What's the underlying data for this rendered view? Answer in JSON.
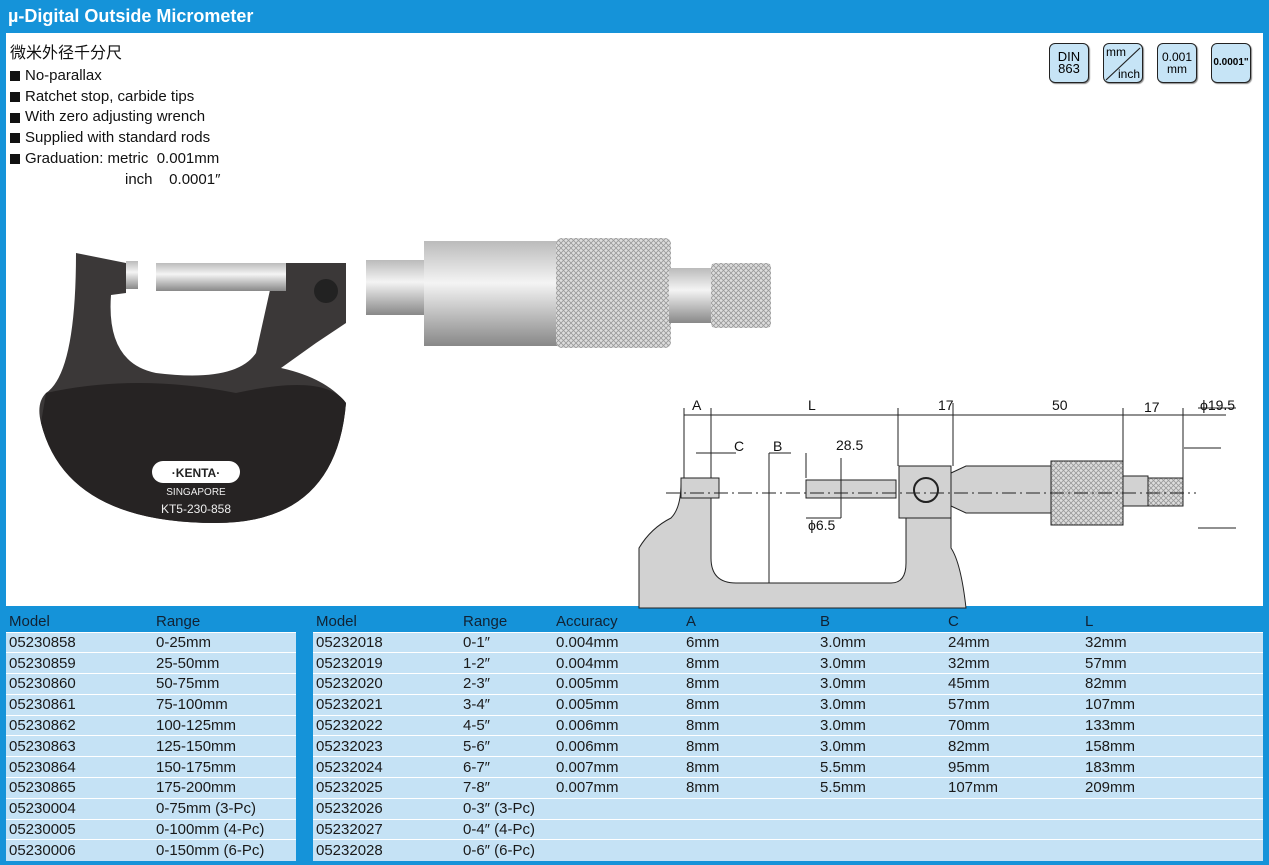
{
  "title": "µ-Digital Outside Micrometer",
  "subtitle_cn": "微米外径千分尺",
  "features": [
    "No-parallax",
    "Ratchet stop, carbide tips",
    "With zero adjusting wrench",
    "Supplied with standard rods",
    "Graduation: metric  0.001mm"
  ],
  "graduation_inch": "inch    0.0001″",
  "badges": {
    "din_top": "DIN",
    "din_bottom": "863",
    "mm": "mm",
    "inch": "inch",
    "res_metric_top": "0.001",
    "res_metric_bottom": "mm",
    "res_inch": "0.0001\""
  },
  "photo": {
    "brand": "·KENTA·",
    "origin": "SINGAPORE",
    "code": "KT5-230-858"
  },
  "diagram": {
    "a": "A",
    "l": "L",
    "d17a": "17",
    "d50": "50",
    "d17b": "17",
    "phi195": "ϕ19.5",
    "c": "C",
    "b": "B",
    "d285": "28.5",
    "phi65": "ϕ6.5"
  },
  "colors": {
    "accent": "#1593d9",
    "row": "#c5e2f5"
  },
  "table_left": {
    "headers": [
      "Model",
      "Range"
    ],
    "rows": [
      [
        "05230858",
        "0-25mm"
      ],
      [
        "05230859",
        "25-50mm"
      ],
      [
        "05230860",
        "50-75mm"
      ],
      [
        "05230861",
        "75-100mm"
      ],
      [
        "05230862",
        "100-125mm"
      ],
      [
        "05230863",
        "125-150mm"
      ],
      [
        "05230864",
        "150-175mm"
      ],
      [
        "05230865",
        "175-200mm"
      ],
      [
        "05230004",
        "0-75mm (3-Pc)"
      ],
      [
        "05230005",
        "0-100mm (4-Pc)"
      ],
      [
        "05230006",
        "0-150mm (6-Pc)"
      ]
    ]
  },
  "table_right": {
    "headers": [
      "Model",
      "Range",
      "Accuracy",
      "A",
      "B",
      "C",
      "L"
    ],
    "rows": [
      [
        "05232018",
        "0-1″",
        "0.004mm",
        "6mm",
        "3.0mm",
        "24mm",
        "32mm"
      ],
      [
        "05232019",
        "1-2″",
        "0.004mm",
        "8mm",
        "3.0mm",
        "32mm",
        "57mm"
      ],
      [
        "05232020",
        "2-3″",
        "0.005mm",
        "8mm",
        "3.0mm",
        "45mm",
        "82mm"
      ],
      [
        "05232021",
        "3-4″",
        "0.005mm",
        "8mm",
        "3.0mm",
        "57mm",
        "107mm"
      ],
      [
        "05232022",
        "4-5″",
        "0.006mm",
        "8mm",
        "3.0mm",
        "70mm",
        "133mm"
      ],
      [
        "05232023",
        "5-6″",
        "0.006mm",
        "8mm",
        "3.0mm",
        "82mm",
        "158mm"
      ],
      [
        "05232024",
        "6-7″",
        "0.007mm",
        "8mm",
        "5.5mm",
        "95mm",
        "183mm"
      ],
      [
        "05232025",
        "7-8″",
        "0.007mm",
        "8mm",
        "5.5mm",
        "107mm",
        "209mm"
      ],
      [
        "05232026",
        "0-3″ (3-Pc)",
        "",
        "",
        "",
        "",
        ""
      ],
      [
        "05232027",
        "0-4″ (4-Pc)",
        "",
        "",
        "",
        "",
        ""
      ],
      [
        "05232028",
        "0-6″ (6-Pc)",
        "",
        "",
        "",
        "",
        ""
      ]
    ]
  }
}
